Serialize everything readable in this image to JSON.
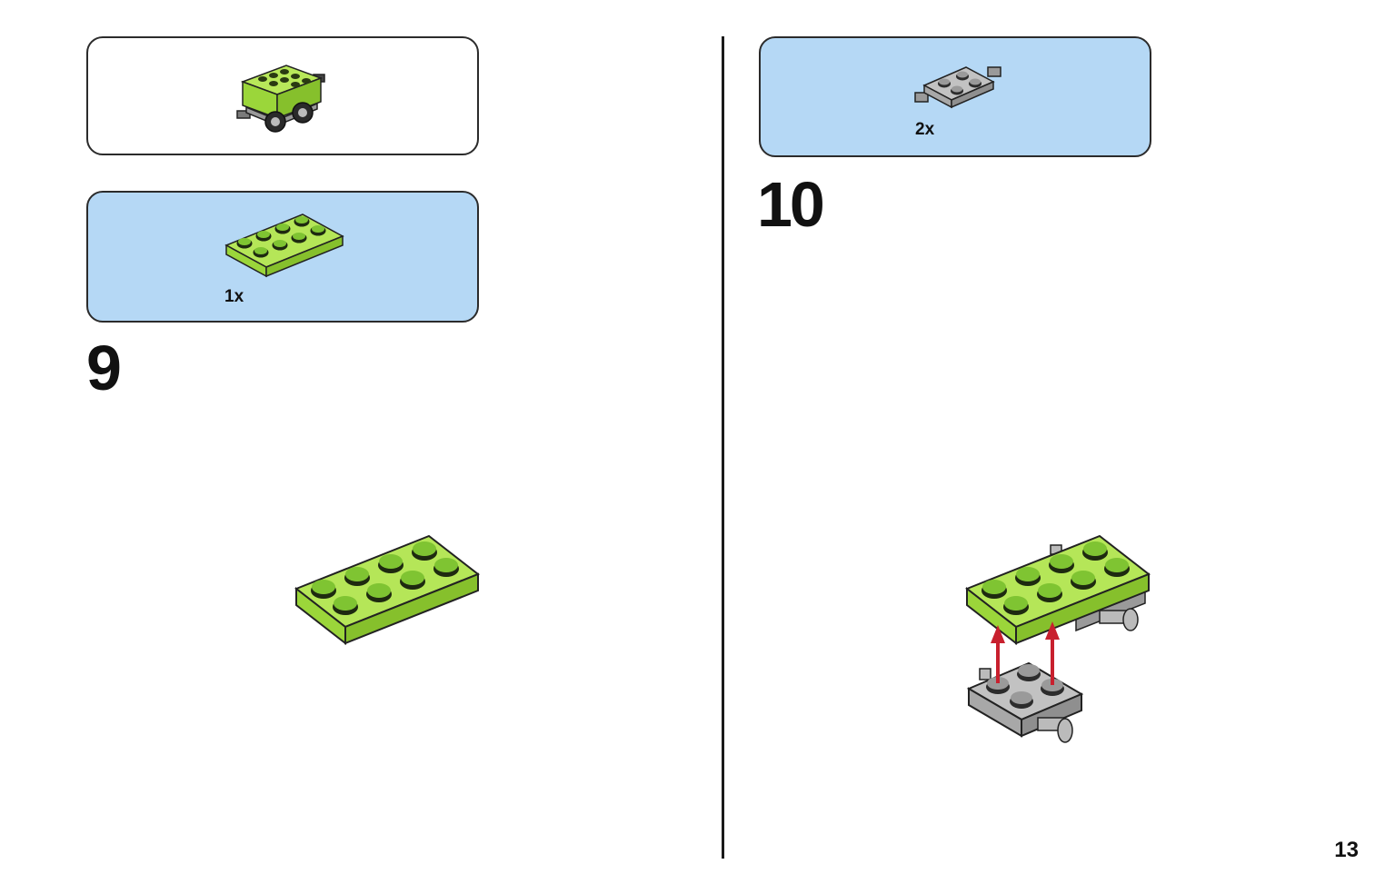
{
  "page": {
    "number": "13"
  },
  "colors": {
    "lime": "#9bd63a",
    "lime_dark": "#7fb82c",
    "stud_dark": "#1e2a10",
    "gray": "#a8a8a8",
    "gray_dark": "#8a8a8a",
    "panel_blue": "#b5d8f5",
    "arrow_red": "#c8202e"
  },
  "left": {
    "result_box": {
      "icon": "completed-wagon-icon"
    },
    "parts_box": {
      "quantity": "1x",
      "icon": "lime-plate-2x4-icon"
    },
    "step": {
      "number": "9"
    }
  },
  "right": {
    "parts_box": {
      "quantity": "2x",
      "icon": "gray-wheel-holder-plate-icon"
    },
    "step": {
      "number": "10"
    }
  }
}
